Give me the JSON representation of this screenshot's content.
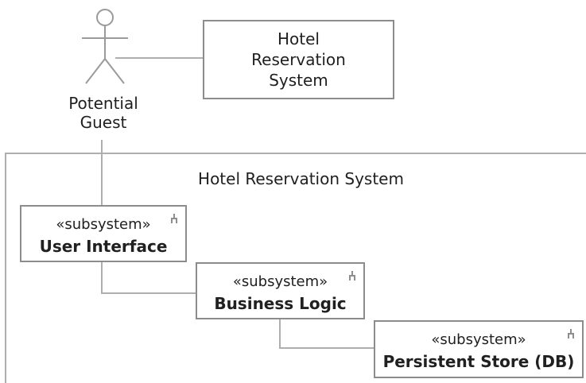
{
  "diagram": {
    "actor": {
      "label_lines": [
        "Potential",
        "Guest"
      ]
    },
    "system_box": {
      "label_lines": [
        "Hotel",
        "Reservation",
        "System"
      ]
    },
    "system_boundary": {
      "title": "Hotel Reservation System"
    },
    "subsystems": [
      {
        "stereotype": "«subsystem»",
        "name": "User Interface"
      },
      {
        "stereotype": "«subsystem»",
        "name": "Business Logic"
      },
      {
        "stereotype": "«subsystem»",
        "name": "Persistent Store (DB)"
      }
    ]
  }
}
